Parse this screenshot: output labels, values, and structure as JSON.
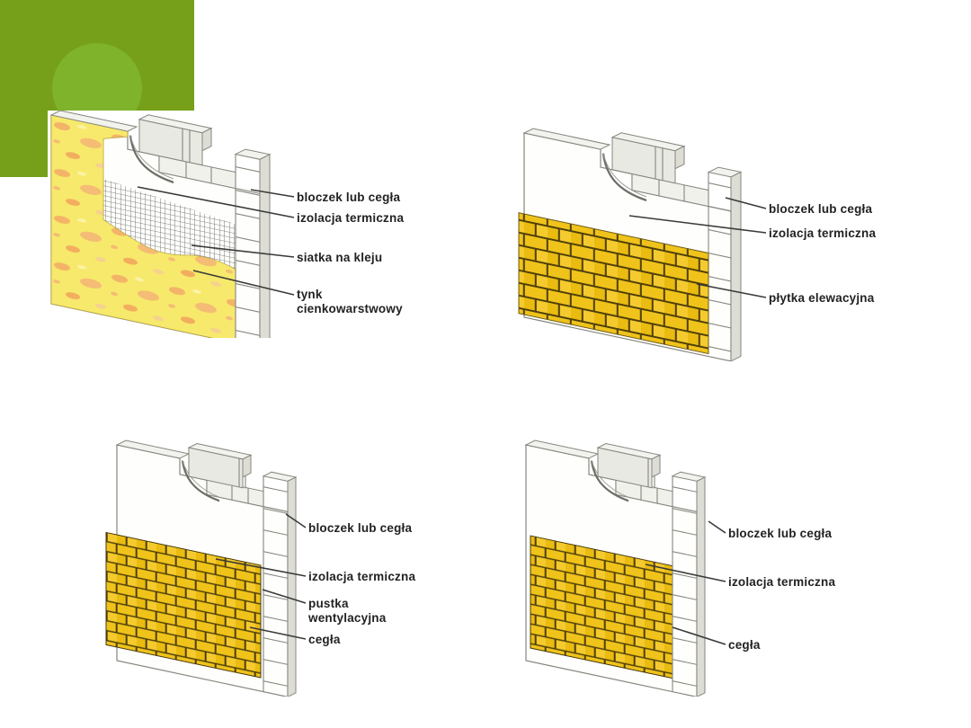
{
  "slide": {
    "background": "#ffffff",
    "type": "construction-wall-systems-slide"
  },
  "colors": {
    "decor_rect_green": "#76A019",
    "decor_circle_green": "#80B32C",
    "brick_yellow": "#F0C31B",
    "brick_yellow_alt": "#EABB10",
    "brick_yellow_light": "#F4CA2E",
    "mortar_dark": "#4F4009",
    "plaster_yellow": "#F7E96C",
    "plaster_speckle": "#F3B468",
    "mesh_line_gray": "#60605C",
    "wall_outline_gray": "#86867E",
    "label_text": "#222222"
  },
  "diagrams": [
    {
      "name": "wall-thin-coat-plaster-system",
      "labels": {
        "l1": "bloczek lub cegła",
        "l2": "izolacja termiczna",
        "l3": "siatka na kleju",
        "l4": "tynk cienkowarstwowy"
      }
    },
    {
      "name": "wall-facade-tile-system",
      "labels": {
        "l1": "bloczek lub cegła",
        "l2": "izolacja termiczna",
        "l3": "płytka elewacyjna"
      }
    },
    {
      "name": "wall-ventilated-gap-brick-system",
      "labels": {
        "l1": "bloczek lub cegła",
        "l2": "izolacja termiczna",
        "l3": "pustka wentylacyjna",
        "l4": "cegła"
      }
    },
    {
      "name": "wall-brick-veneer-system",
      "labels": {
        "l1": "bloczek lub cegła",
        "l2": "izolacja termiczna",
        "l3": "cegła"
      }
    }
  ]
}
